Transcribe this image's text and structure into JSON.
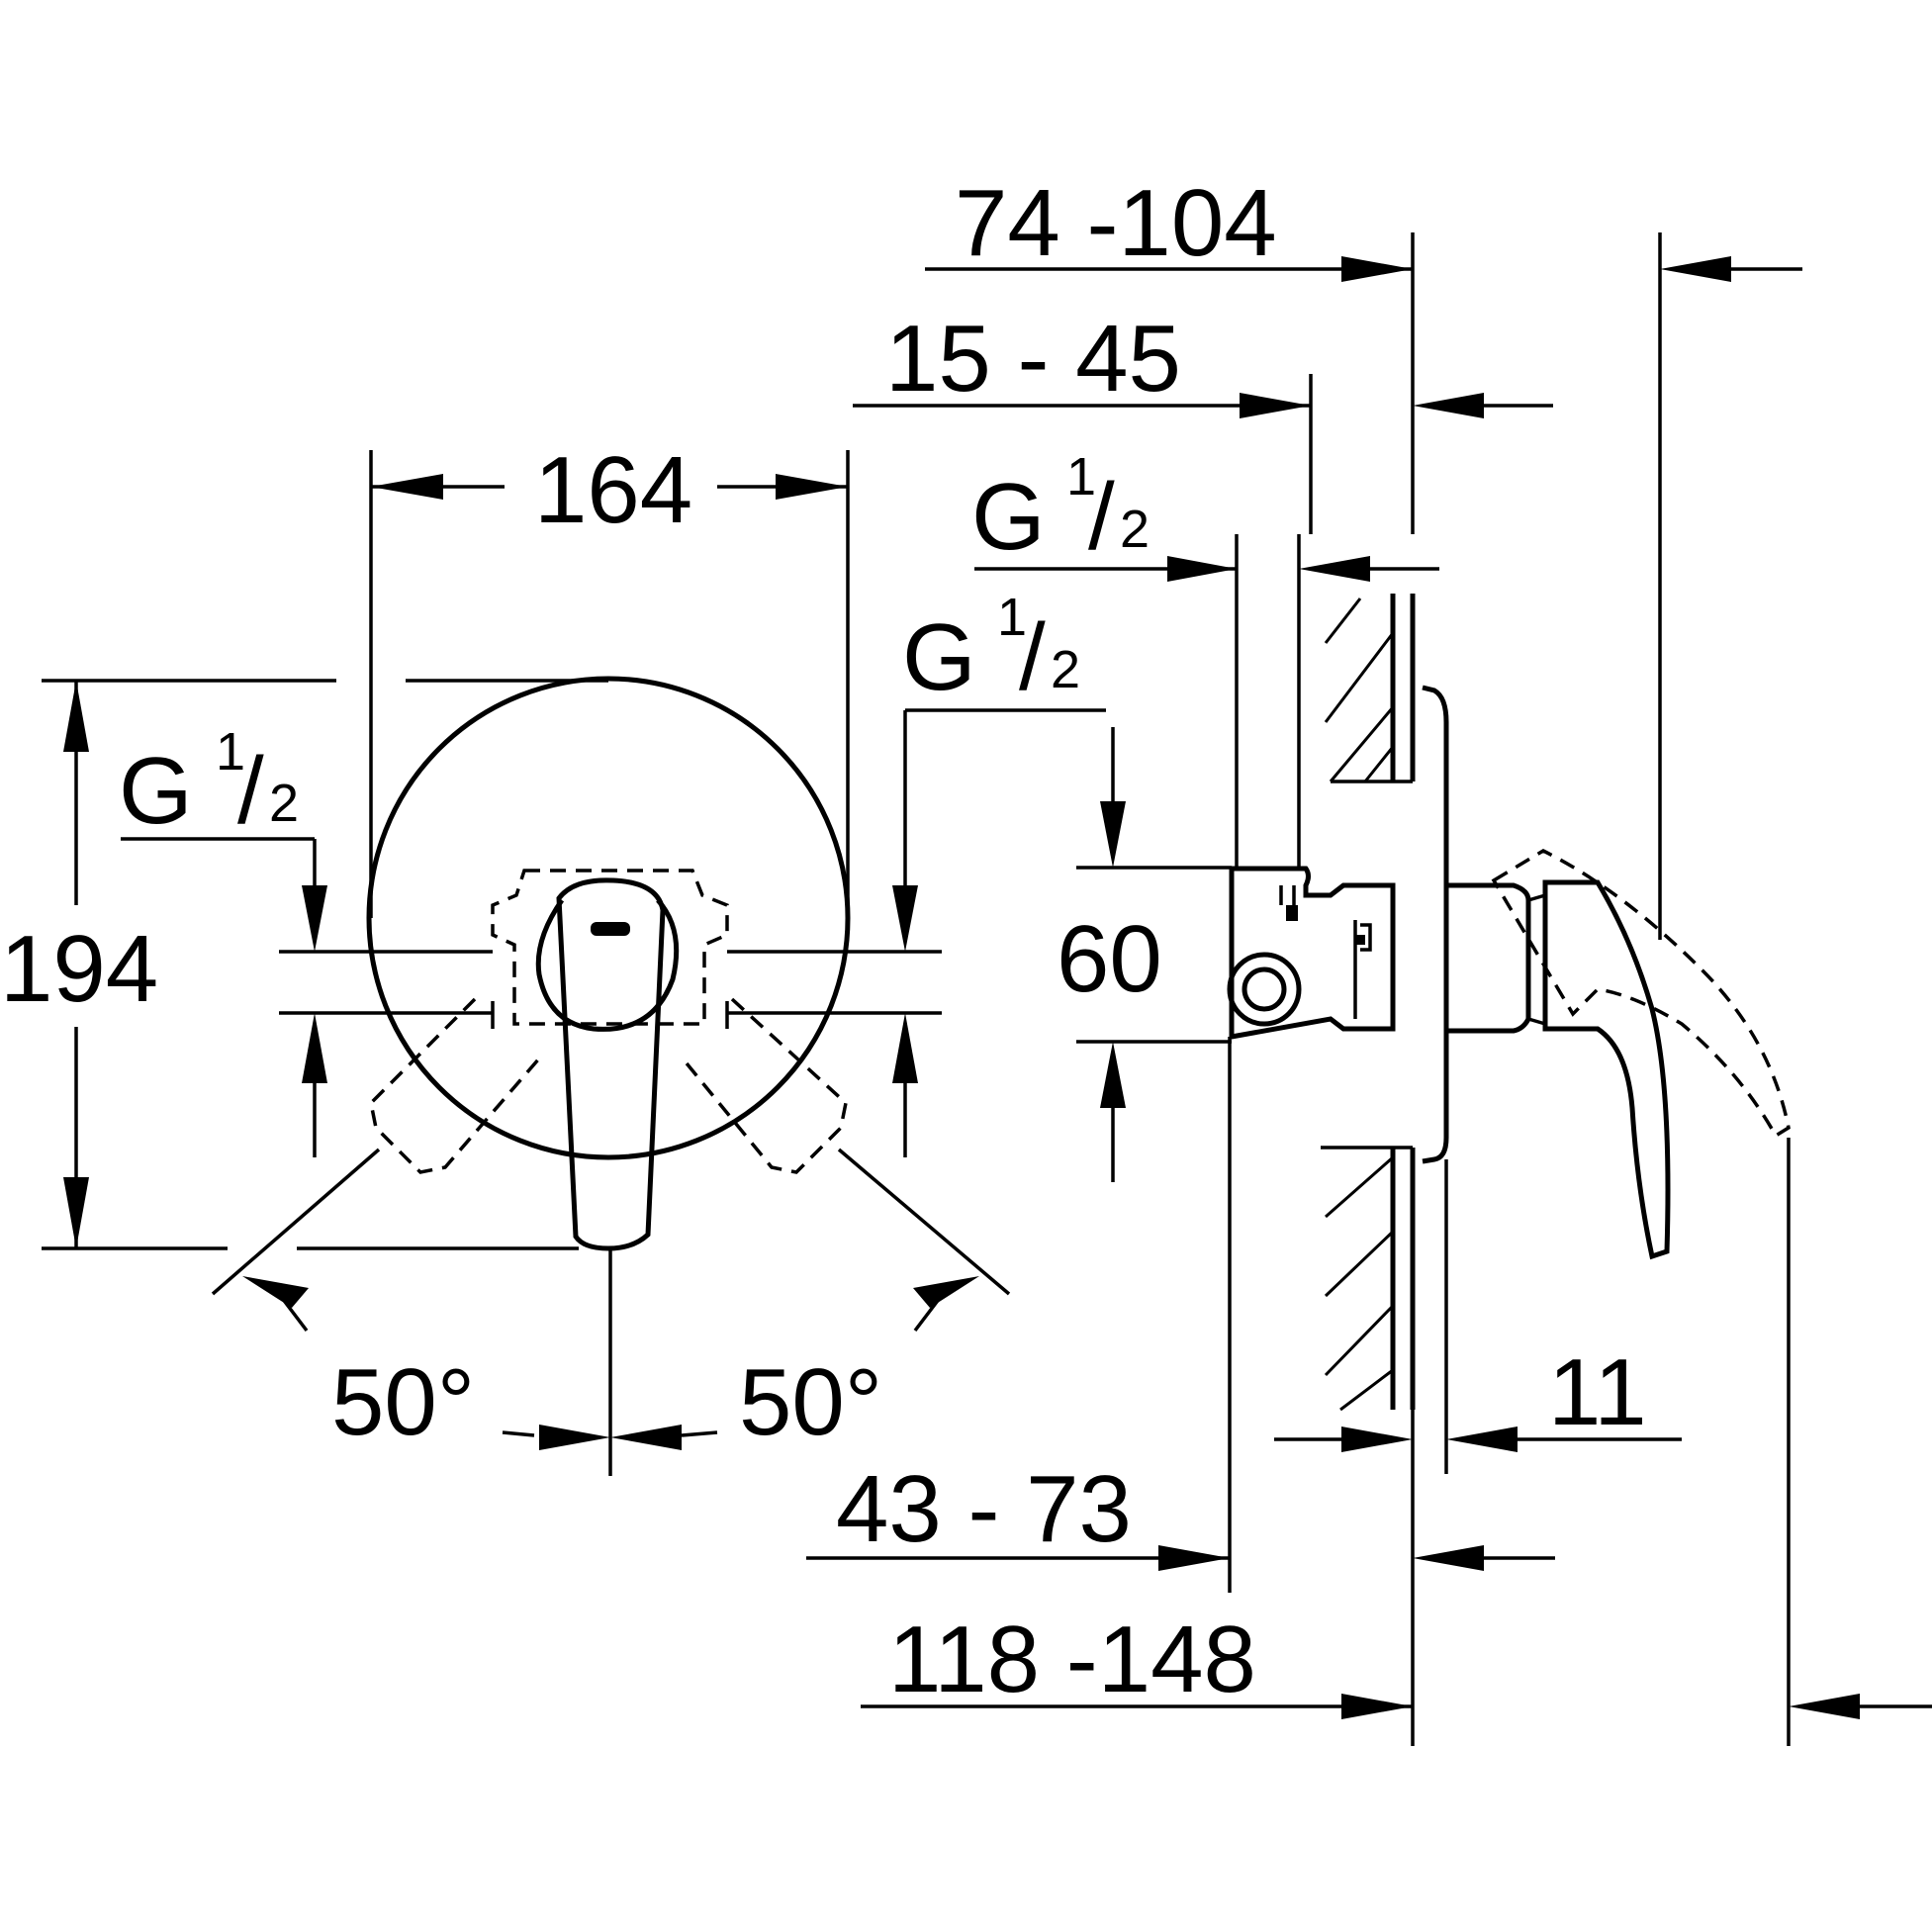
{
  "dimensions": {
    "total_depth": "74 -104",
    "wall_depth": "15 - 45",
    "width": "164",
    "height": "194",
    "thread_top": "G",
    "thread_left": "G",
    "thread_right": "G",
    "thread_fraction_num": "1",
    "thread_fraction_den": "2",
    "inlet_spacing": "60",
    "angle_left": "50°",
    "angle_right": "50°",
    "plate": "11",
    "body_depth": "43 - 73",
    "overall_depth": "118 -148"
  }
}
